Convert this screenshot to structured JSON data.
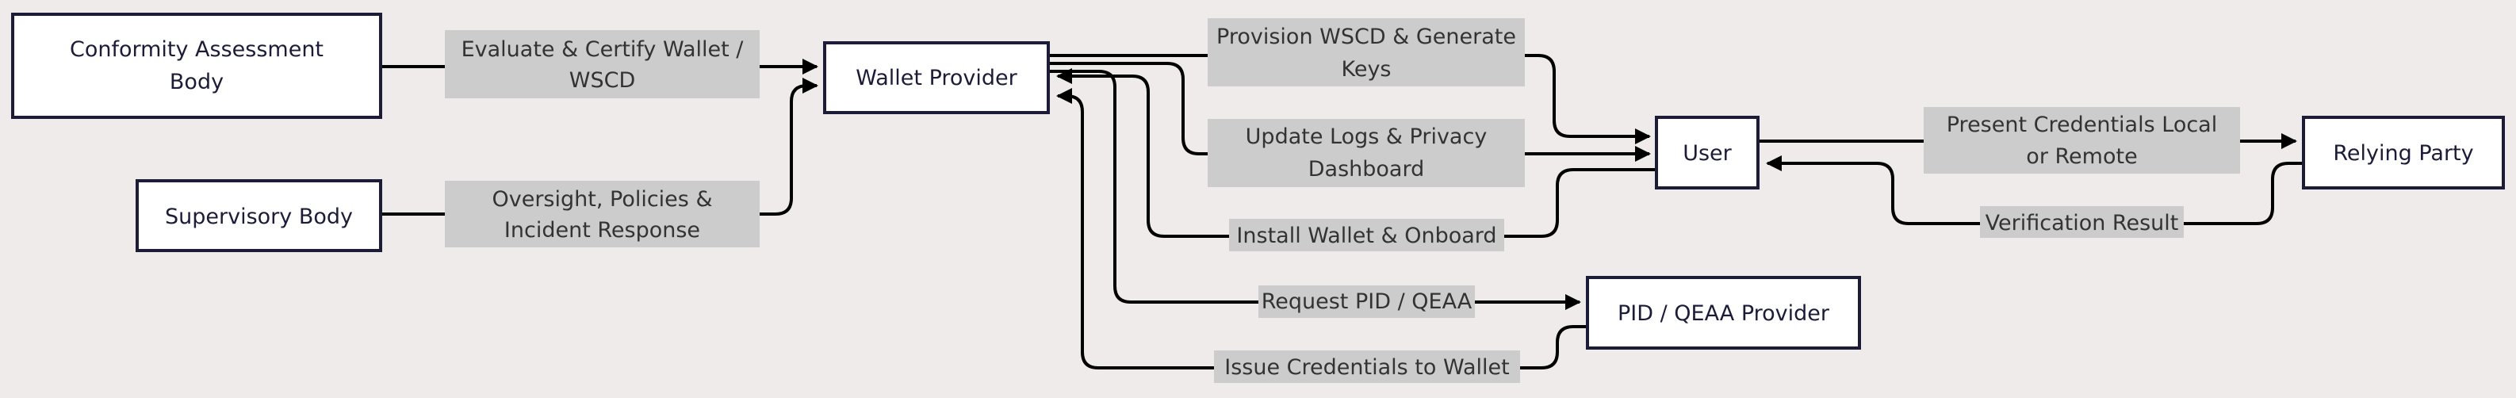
{
  "colors": {
    "background": "#efebeb",
    "node_fill": "#ffffff",
    "node_stroke": "#1c1c38",
    "label_fill": "#cccccc",
    "edge": "#000000"
  },
  "nodes": {
    "cab": [
      "Conformity Assessment",
      "Body"
    ],
    "supervisory": [
      "Supervisory Body"
    ],
    "wallet_provider": [
      "Wallet Provider"
    ],
    "user": [
      "User"
    ],
    "pid_provider": [
      "PID / QEAA Provider"
    ],
    "relying_party": [
      "Relying Party"
    ]
  },
  "edges": {
    "cab_to_wp": [
      "Evaluate & Certify Wallet /",
      "WSCD"
    ],
    "sup_to_wp": [
      "Oversight, Policies &",
      "Incident Response"
    ],
    "wp_to_user_provision": [
      "Provision WSCD & Generate",
      "Keys"
    ],
    "wp_to_user_logs": [
      "Update Logs & Privacy",
      "Dashboard"
    ],
    "user_to_wp_install": [
      "Install Wallet & Onboard"
    ],
    "wp_to_pid_request": [
      "Request PID / QEAA"
    ],
    "pid_to_wp_issue": [
      "Issue Credentials to Wallet"
    ],
    "user_to_rp_present": [
      "Present Credentials Local",
      "or Remote"
    ],
    "rp_to_user_verify": [
      "Verification Result"
    ]
  }
}
